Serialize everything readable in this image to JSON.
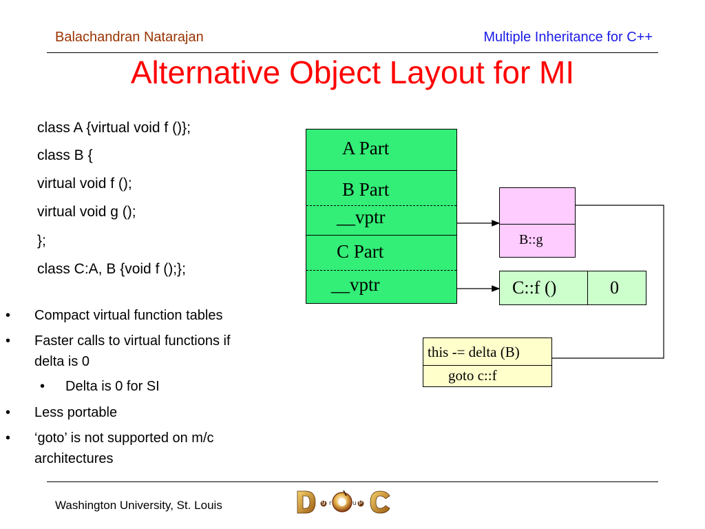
{
  "header": {
    "author": "Balachandran Natarajan",
    "course": "Multiple Inheritance for C++"
  },
  "title": "Alternative Object Layout for MI",
  "code_lines": [
    "class A {virtual void f ()};",
    "class B {",
    "virtual void f ();",
    "virtual void g ();",
    "};",
    "class C:A, B {void f ();};"
  ],
  "bullets": [
    {
      "marker": "•",
      "text_line1": "Compact virtual function tables",
      "text_line2": ""
    },
    {
      "marker": "•",
      "text_line1": "Faster calls to virtual functions if",
      "text_line2": "delta is 0"
    },
    {
      "marker": "•",
      "text_line1": "Delta is 0 for SI",
      "text_line2": "",
      "level": 2
    },
    {
      "marker": "•",
      "text_line1": "Less portable",
      "text_line2": ""
    },
    {
      "marker": "•",
      "text_line1": "‘goto’ is not supported on m/c",
      "text_line2": "architectures"
    }
  ],
  "diagram": {
    "object_layout": {
      "a_part": "A Part",
      "b_part": "B Part",
      "vptr_b": "__vptr",
      "c_part": "C Part",
      "vptr_c": "__vptr"
    },
    "b_vtable": {
      "entry": "B::g"
    },
    "c_vtable": {
      "func": "C::f ()",
      "delta": "0"
    },
    "thunk": {
      "line1": "this -= delta (B)",
      "line2": "goto c::f"
    }
  },
  "footer": {
    "institution": "Washington University, St. Louis",
    "logo_letters": [
      "D",
      "g",
      "r",
      "O",
      "u",
      "p",
      "C"
    ]
  },
  "colors": {
    "title": "#ff0000",
    "author": "#993300",
    "course": "#1a1ae6",
    "object_box": "#33ee77",
    "b_vtable": "#ffccff",
    "c_vtable": "#ccffcc",
    "thunk": "#ffffcc"
  }
}
